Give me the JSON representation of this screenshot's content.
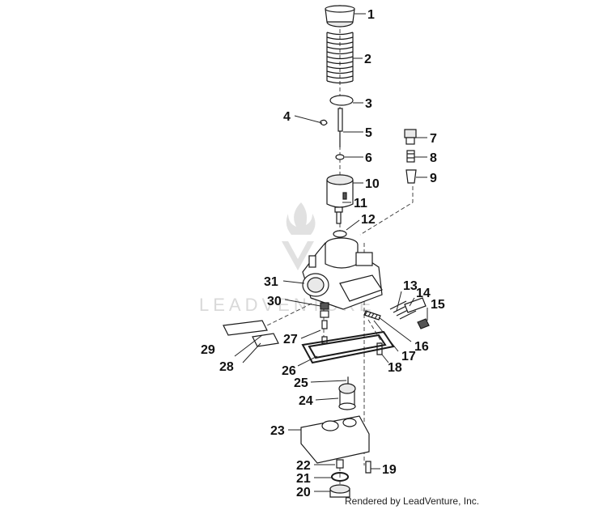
{
  "credit": "Rendered by LeadVenture, Inc.",
  "watermark": "LEADVENTURE",
  "callouts": [
    "1",
    "2",
    "3",
    "4",
    "5",
    "6",
    "7",
    "8",
    "9",
    "10",
    "11",
    "12",
    "13",
    "14",
    "15",
    "16",
    "17",
    "18",
    "19",
    "20",
    "21",
    "22",
    "23",
    "24",
    "25",
    "26",
    "27",
    "28",
    "29",
    "30",
    "31"
  ]
}
